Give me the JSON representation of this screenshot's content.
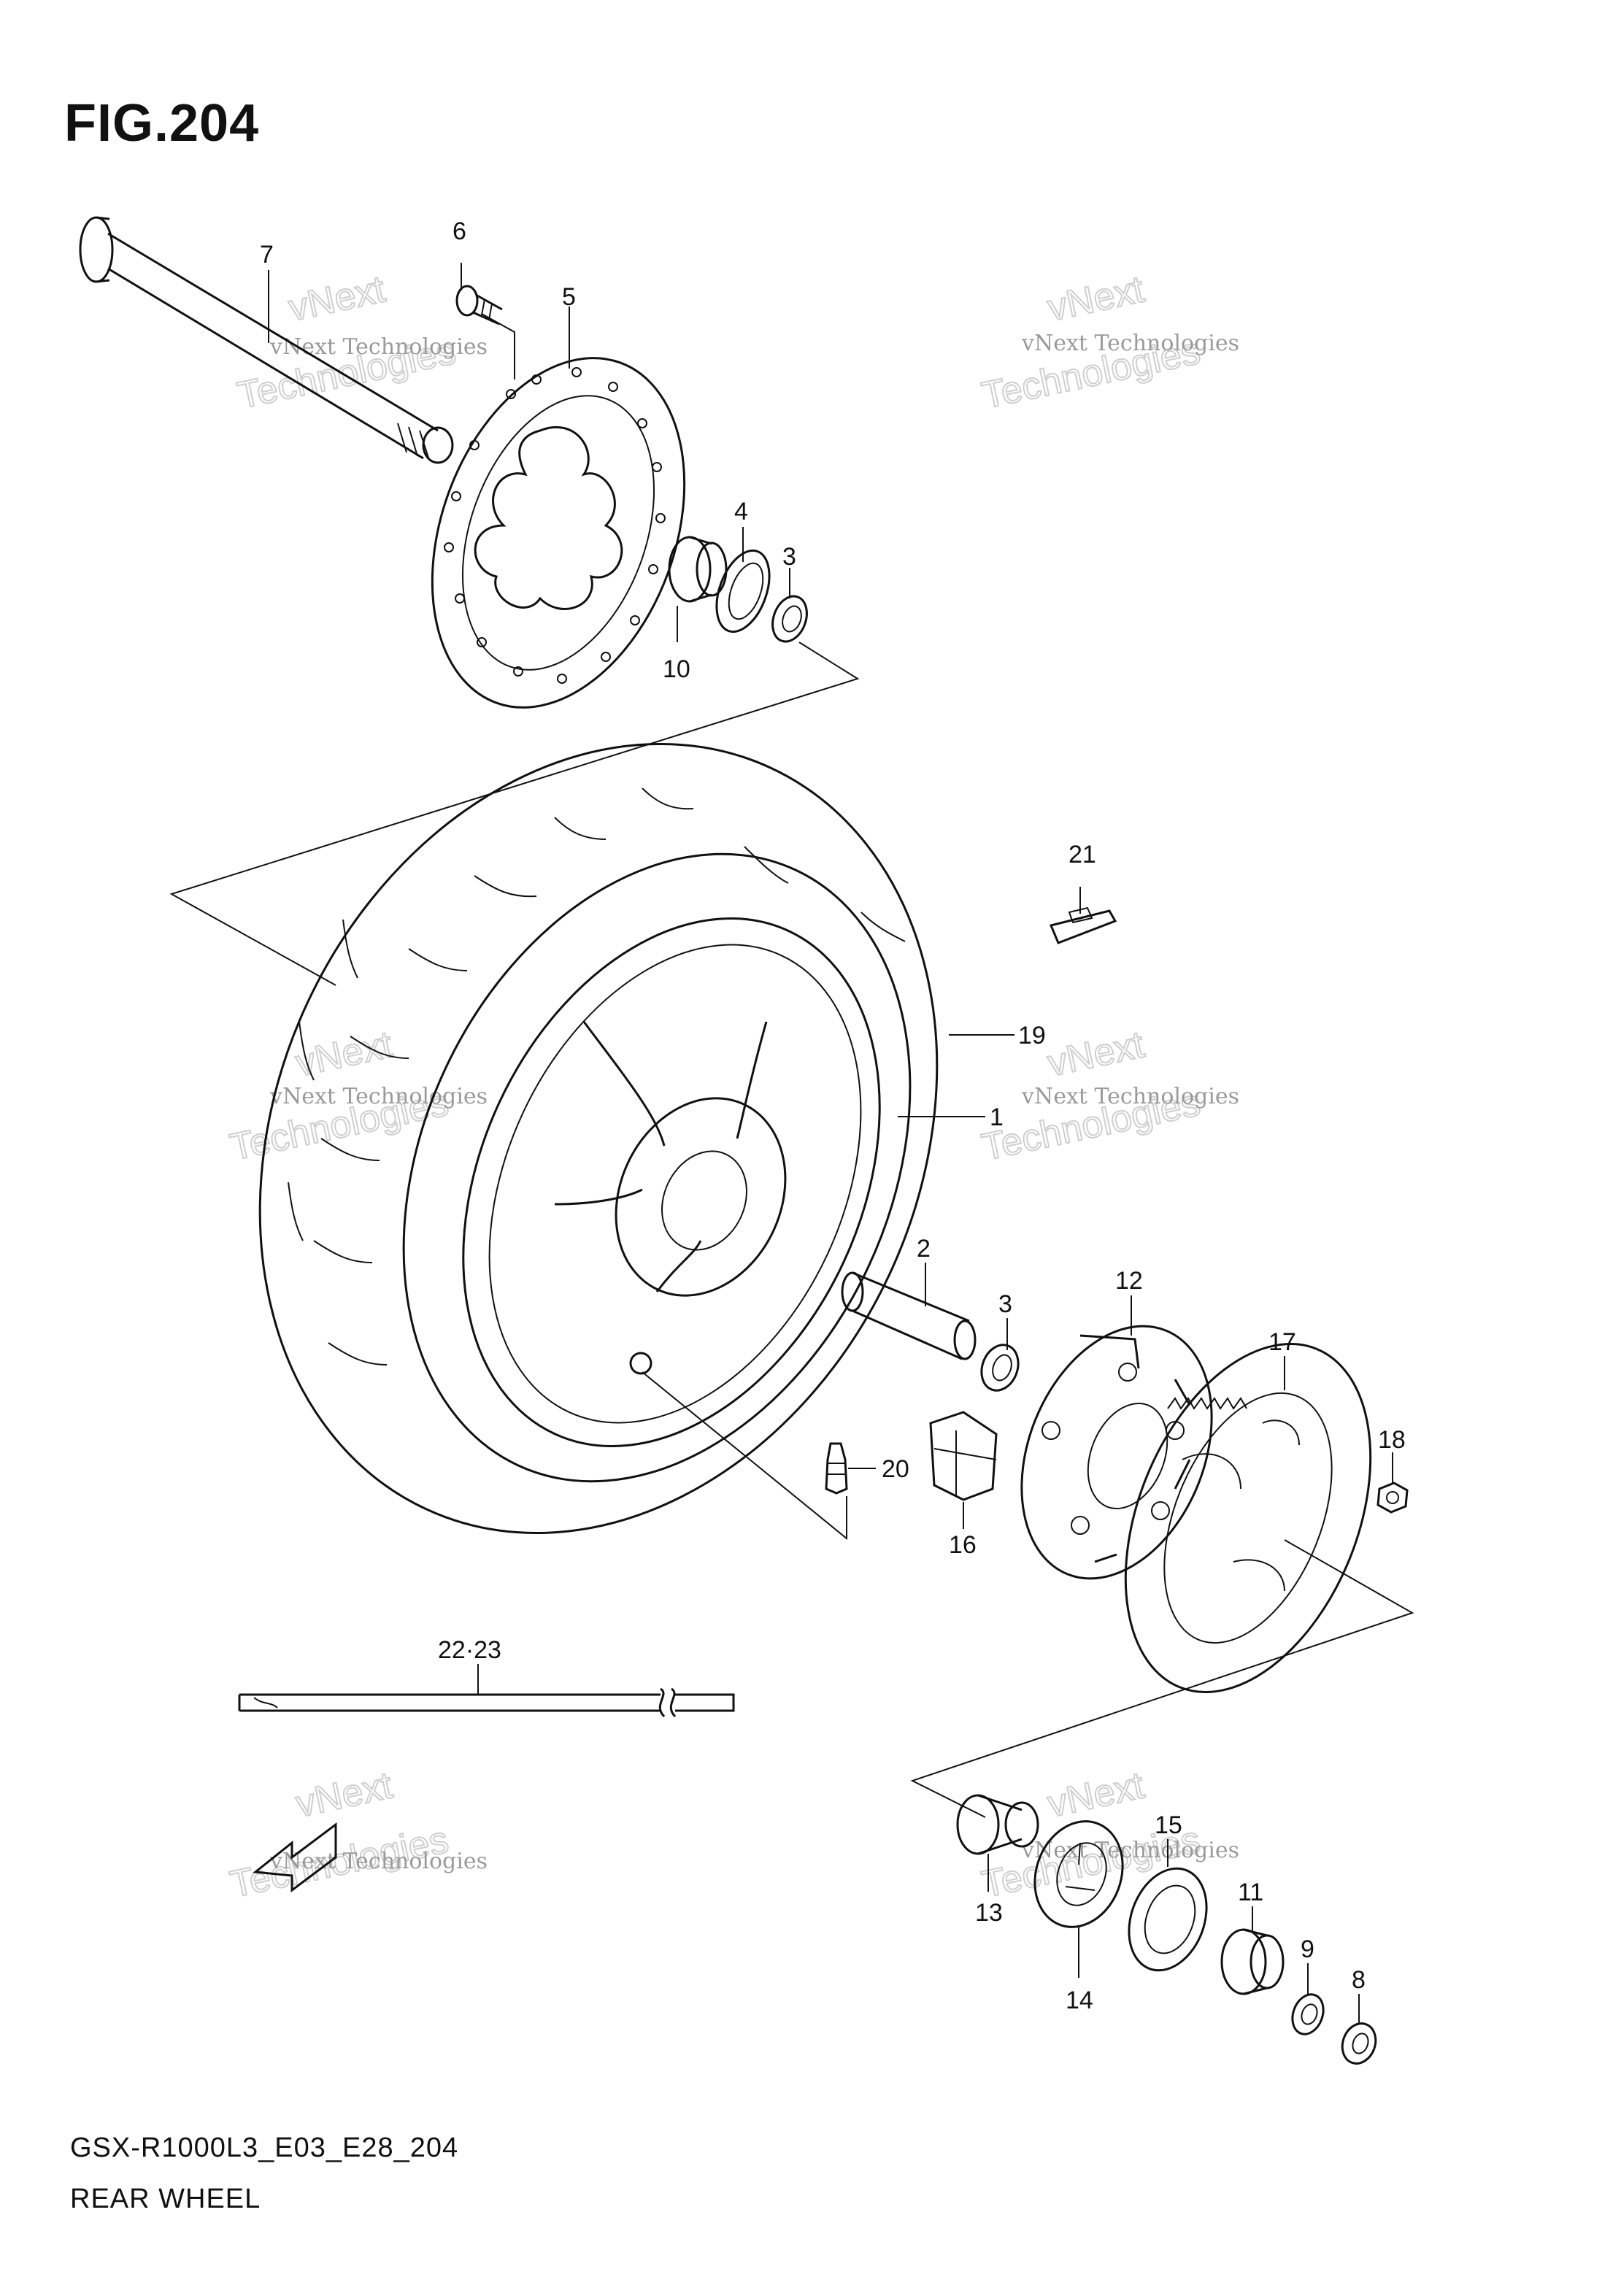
{
  "figure": {
    "title": "FIG.204"
  },
  "footer": {
    "model_code": "GSX-R1000L3_E03_E28_204",
    "section": "REAR WHEEL"
  },
  "callouts": {
    "p1": "1",
    "p2": "2",
    "p3a": "3",
    "p3b": "3",
    "p4": "4",
    "p5": "5",
    "p6": "6",
    "p7": "7",
    "p8": "8",
    "p9": "9",
    "p10": "10",
    "p11": "11",
    "p12": "12",
    "p13": "13",
    "p14": "14",
    "p15": "15",
    "p16": "16",
    "p17": "17",
    "p18": "18",
    "p19": "19",
    "p20": "20",
    "p21": "21",
    "p22_23": "22·23"
  },
  "watermark": {
    "line1": "vNext Technologies",
    "line2": "Technologies",
    "line3": "vNext"
  },
  "colors": {
    "line": "#111111",
    "watermark": "#cfcfcf"
  }
}
